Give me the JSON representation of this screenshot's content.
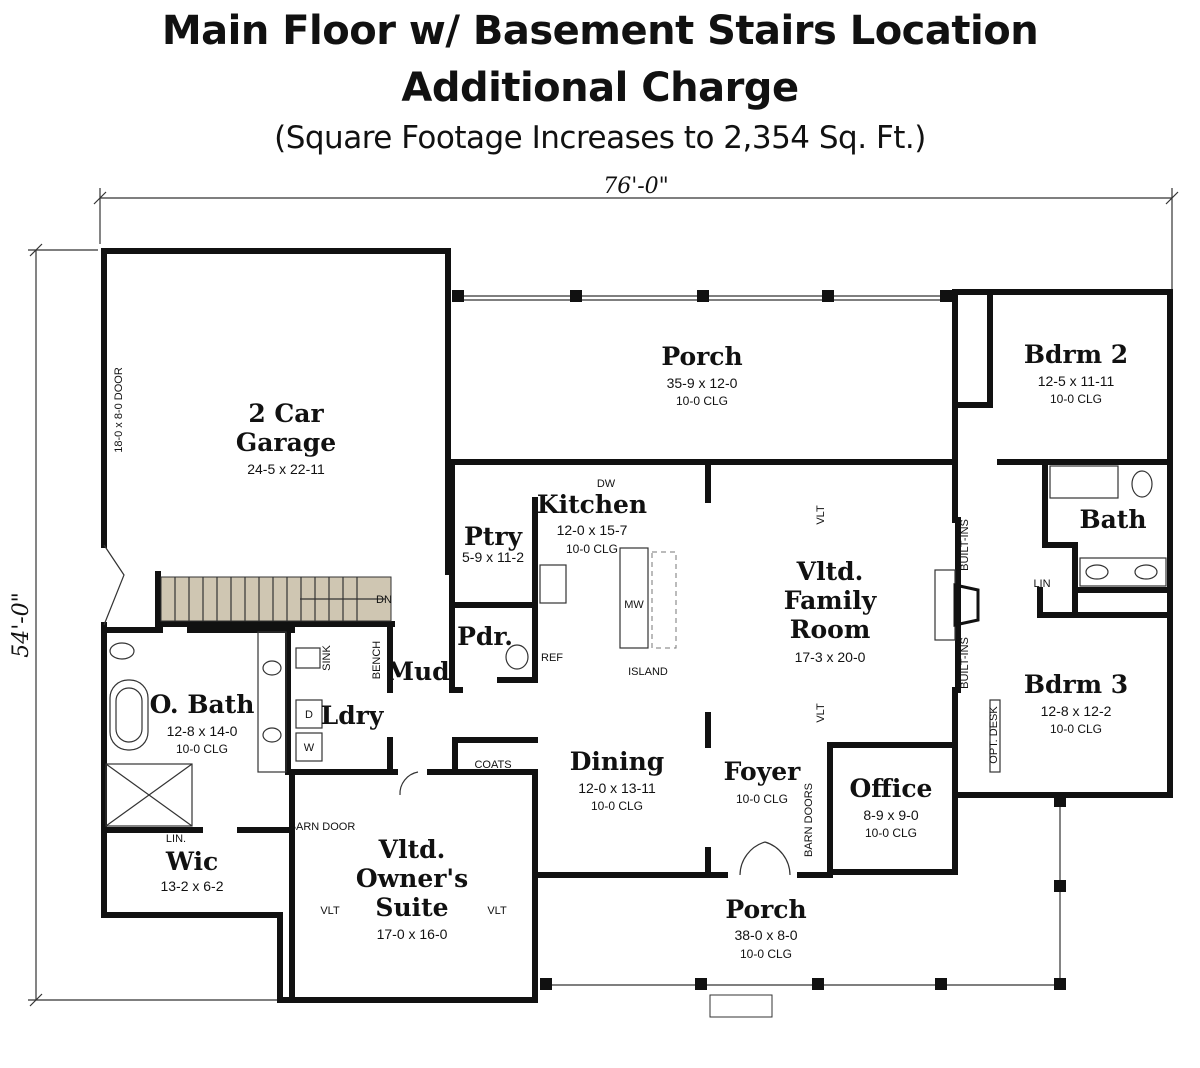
{
  "title": {
    "line1": "Main Floor w/ Basement Stairs Location",
    "line2": "Additional Charge",
    "line3": "(Square Footage Increases to 2,354 Sq. Ft.)"
  },
  "dimensions": {
    "width": "76'-0\"",
    "depth": "54'-0\""
  },
  "rooms": {
    "garage": {
      "name1": "2 Car",
      "name2": "Garage",
      "size": "24-5 x 22-11",
      "door": "18-0 x 8-0 DOOR"
    },
    "porch_top": {
      "name": "Porch",
      "size": "35-9 x 12-0",
      "clg": "10-0 CLG"
    },
    "bdrm2": {
      "name": "Bdrm 2",
      "size": "12-5 x 11-11",
      "clg": "10-0 CLG"
    },
    "kitchen": {
      "name": "Kitchen",
      "size": "12-0 x 15-7",
      "clg": "10-0 CLG"
    },
    "ptry": {
      "name": "Ptry",
      "size": "5-9 x 11-2"
    },
    "bath": {
      "name": "Bath"
    },
    "family": {
      "name1": "Vltd.",
      "name2": "Family",
      "name3": "Room",
      "size": "17-3 x 20-0"
    },
    "pdr": {
      "name": "Pdr."
    },
    "mud": {
      "name": "Mud"
    },
    "ldry": {
      "name": "Ldry"
    },
    "obath": {
      "name": "O. Bath",
      "size": "12-8 x 14-0",
      "clg": "10-0 CLG"
    },
    "bdrm3": {
      "name": "Bdrm 3",
      "size": "12-8 x 12-2",
      "clg": "10-0 CLG"
    },
    "dining": {
      "name": "Dining",
      "size": "12-0 x 13-11",
      "clg": "10-0 CLG"
    },
    "foyer": {
      "name": "Foyer",
      "clg": "10-0 CLG"
    },
    "office": {
      "name": "Office",
      "size": "8-9 x 9-0",
      "clg": "10-0 CLG"
    },
    "wic": {
      "name": "Wic",
      "size": "13-2 x 6-2"
    },
    "owners": {
      "name1": "Vltd.",
      "name2": "Owner's",
      "name3": "Suite",
      "size": "17-0 x 16-0"
    },
    "porch_bottom": {
      "name": "Porch",
      "size": "38-0 x 8-0",
      "clg": "10-0 CLG"
    }
  },
  "labels": {
    "dw": "DW",
    "dn": "DN",
    "sink": "SINK",
    "bench": "BENCH",
    "d": "D",
    "w": "W",
    "mw": "MW",
    "island": "ISLAND",
    "ref": "REF",
    "coats": "COATS",
    "lin": "LIN",
    "lin_wic": "LIN.",
    "barn_door": "BARN DOOR",
    "barn_doors": "BARN DOORS",
    "built_ins": "BUILT-INS",
    "vlt": "VLT",
    "opt_desk": "OPT. DESK"
  },
  "colors": {
    "stairs_fill": "#cfc6b2",
    "wall": "#111111"
  }
}
